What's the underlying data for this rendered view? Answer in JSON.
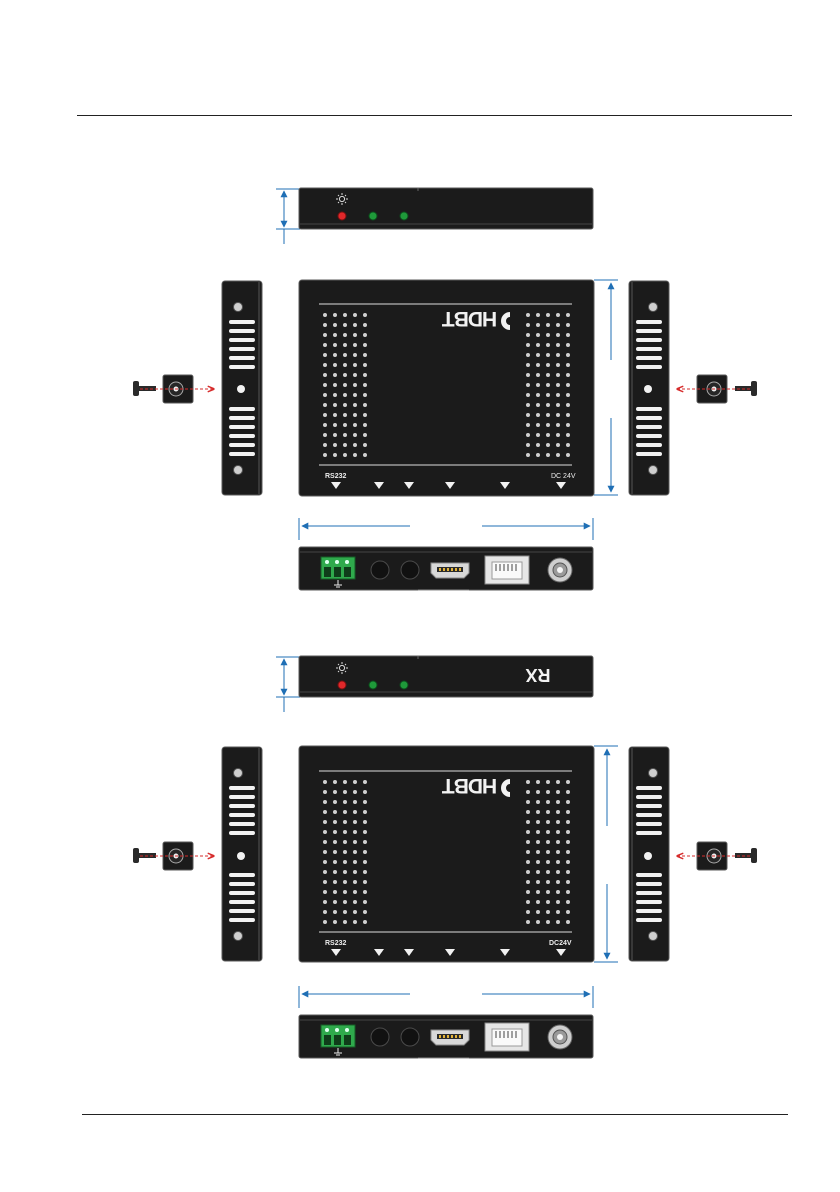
{
  "colors": {
    "device_body": "#1b1b1b",
    "device_edge": "#5a5a5a",
    "dimension_line": "#1f6fb5",
    "screw_arrow": "#d62b2b",
    "led_power": "#e0282a",
    "led_status": "#1f9a3a",
    "terminal_block": "#2faa4c"
  },
  "icons": {
    "power": "sun-icon",
    "ground": "ground-icon"
  },
  "tx": {
    "front_label": "",
    "top_logo": "HDBT",
    "bottom_left_label": "RS232",
    "bottom_right_label": "DC 24V"
  },
  "rx": {
    "front_label": "RX",
    "top_logo": "HDBT",
    "bottom_left_label": "RS232",
    "bottom_right_label": "DC24V"
  }
}
